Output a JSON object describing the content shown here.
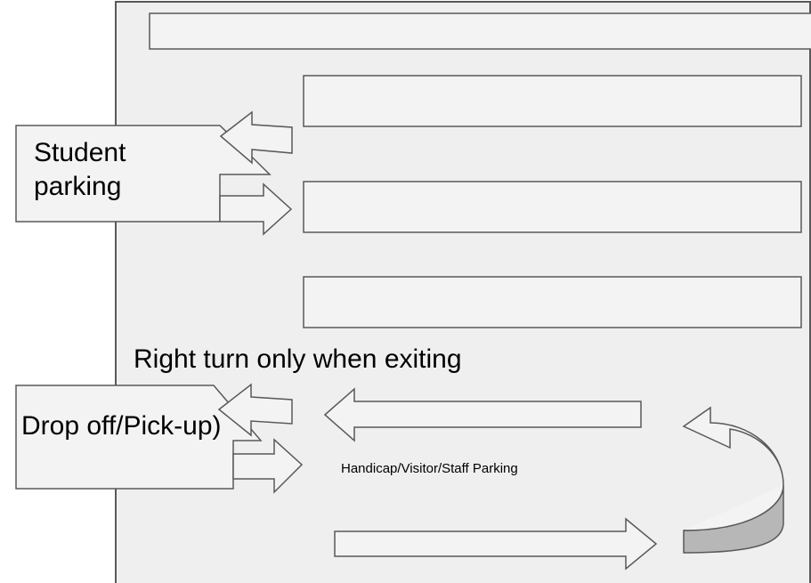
{
  "labels": {
    "student_parking": "Student parking",
    "drop_off": "Drop off/Pick-up)",
    "right_turn": "Right turn only when exiting",
    "handicap": "Handicap/Visitor/Staff Parking"
  },
  "colors": {
    "lot_fill": "#efefef",
    "box_fill": "#f3f3f3",
    "outline": "#595959",
    "u_turn_back": "#b7b7b7",
    "text": "#000000"
  },
  "icons": {
    "arrow_shapes": "block-arrow",
    "u_turn": "curved-u-turn-arrow"
  }
}
